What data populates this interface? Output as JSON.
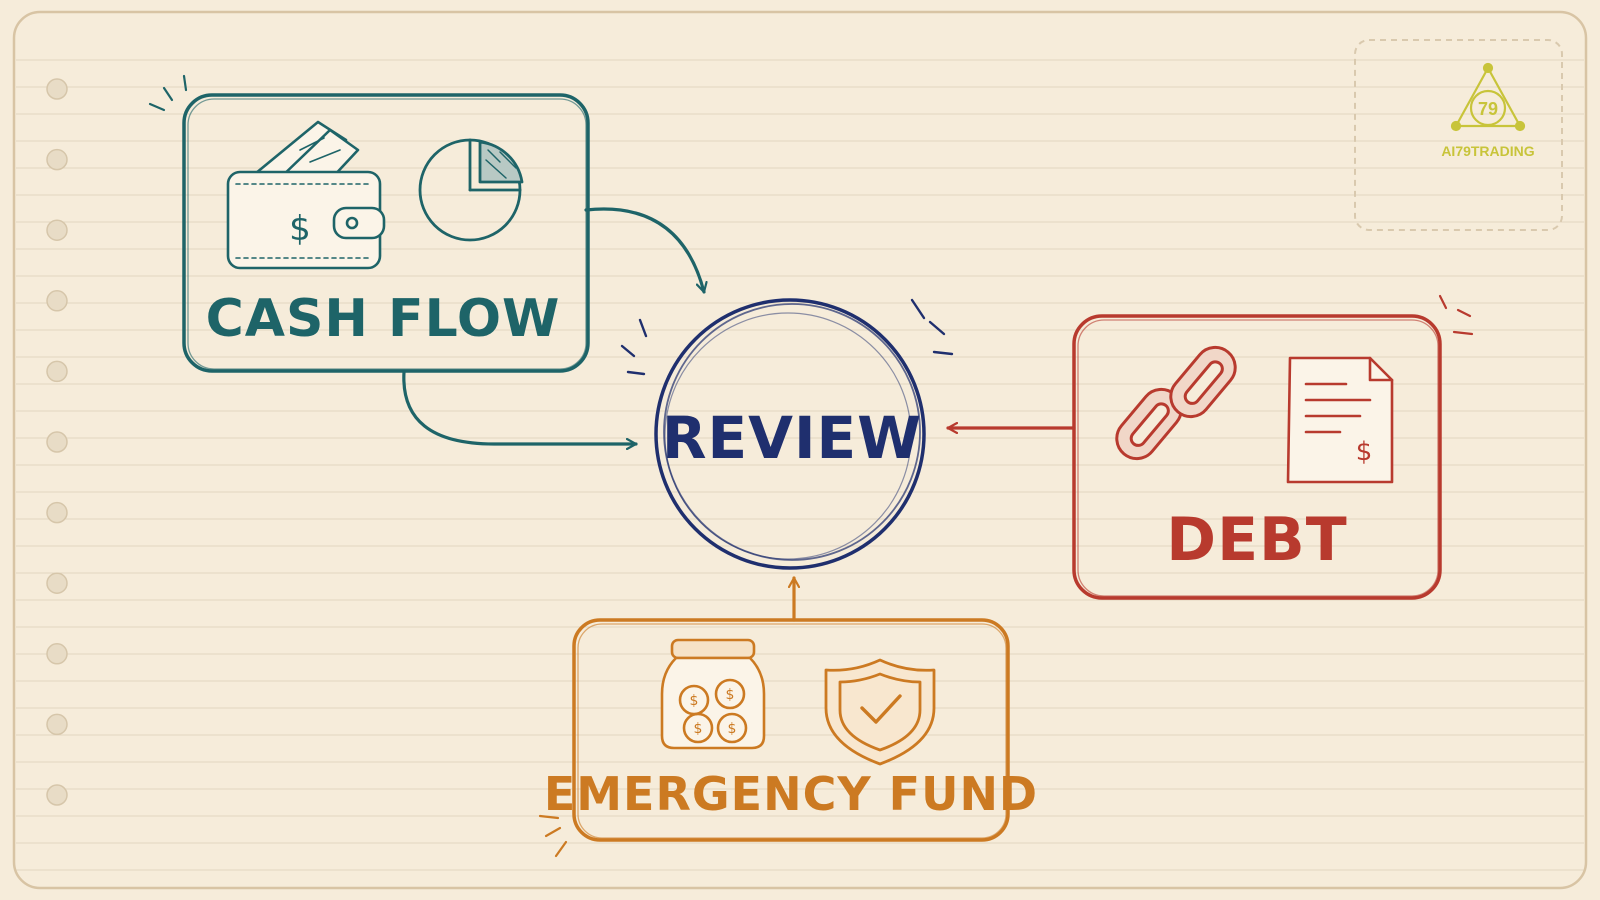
{
  "diagram": {
    "center": {
      "label": "REVIEW",
      "color": "#1f2f6e"
    },
    "nodes": [
      {
        "id": "cash-flow",
        "label": "CASH FLOW",
        "color": "#1e6468",
        "icons": [
          "wallet-icon",
          "pie-chart-icon"
        ]
      },
      {
        "id": "debt",
        "label": "DEBT",
        "color": "#b83a2e",
        "icons": [
          "chain-link-icon",
          "bill-document-icon"
        ]
      },
      {
        "id": "emergency-fund",
        "label": "EMERGENCY FUND",
        "color": "#cc7a22",
        "icons": [
          "coin-jar-icon",
          "shield-check-icon"
        ]
      }
    ],
    "edges": [
      {
        "from": "cash-flow",
        "to": "review"
      },
      {
        "from": "cash-flow",
        "to": "review"
      },
      {
        "from": "debt",
        "to": "review"
      },
      {
        "from": "emergency-fund",
        "to": "review"
      }
    ]
  },
  "logo": {
    "text": "AI79TRADING",
    "badge": "79",
    "color": "#c8c43a"
  },
  "page": {
    "background": "#f6ecda",
    "line_color": "#e3d6c0",
    "binding_holes": 11
  }
}
